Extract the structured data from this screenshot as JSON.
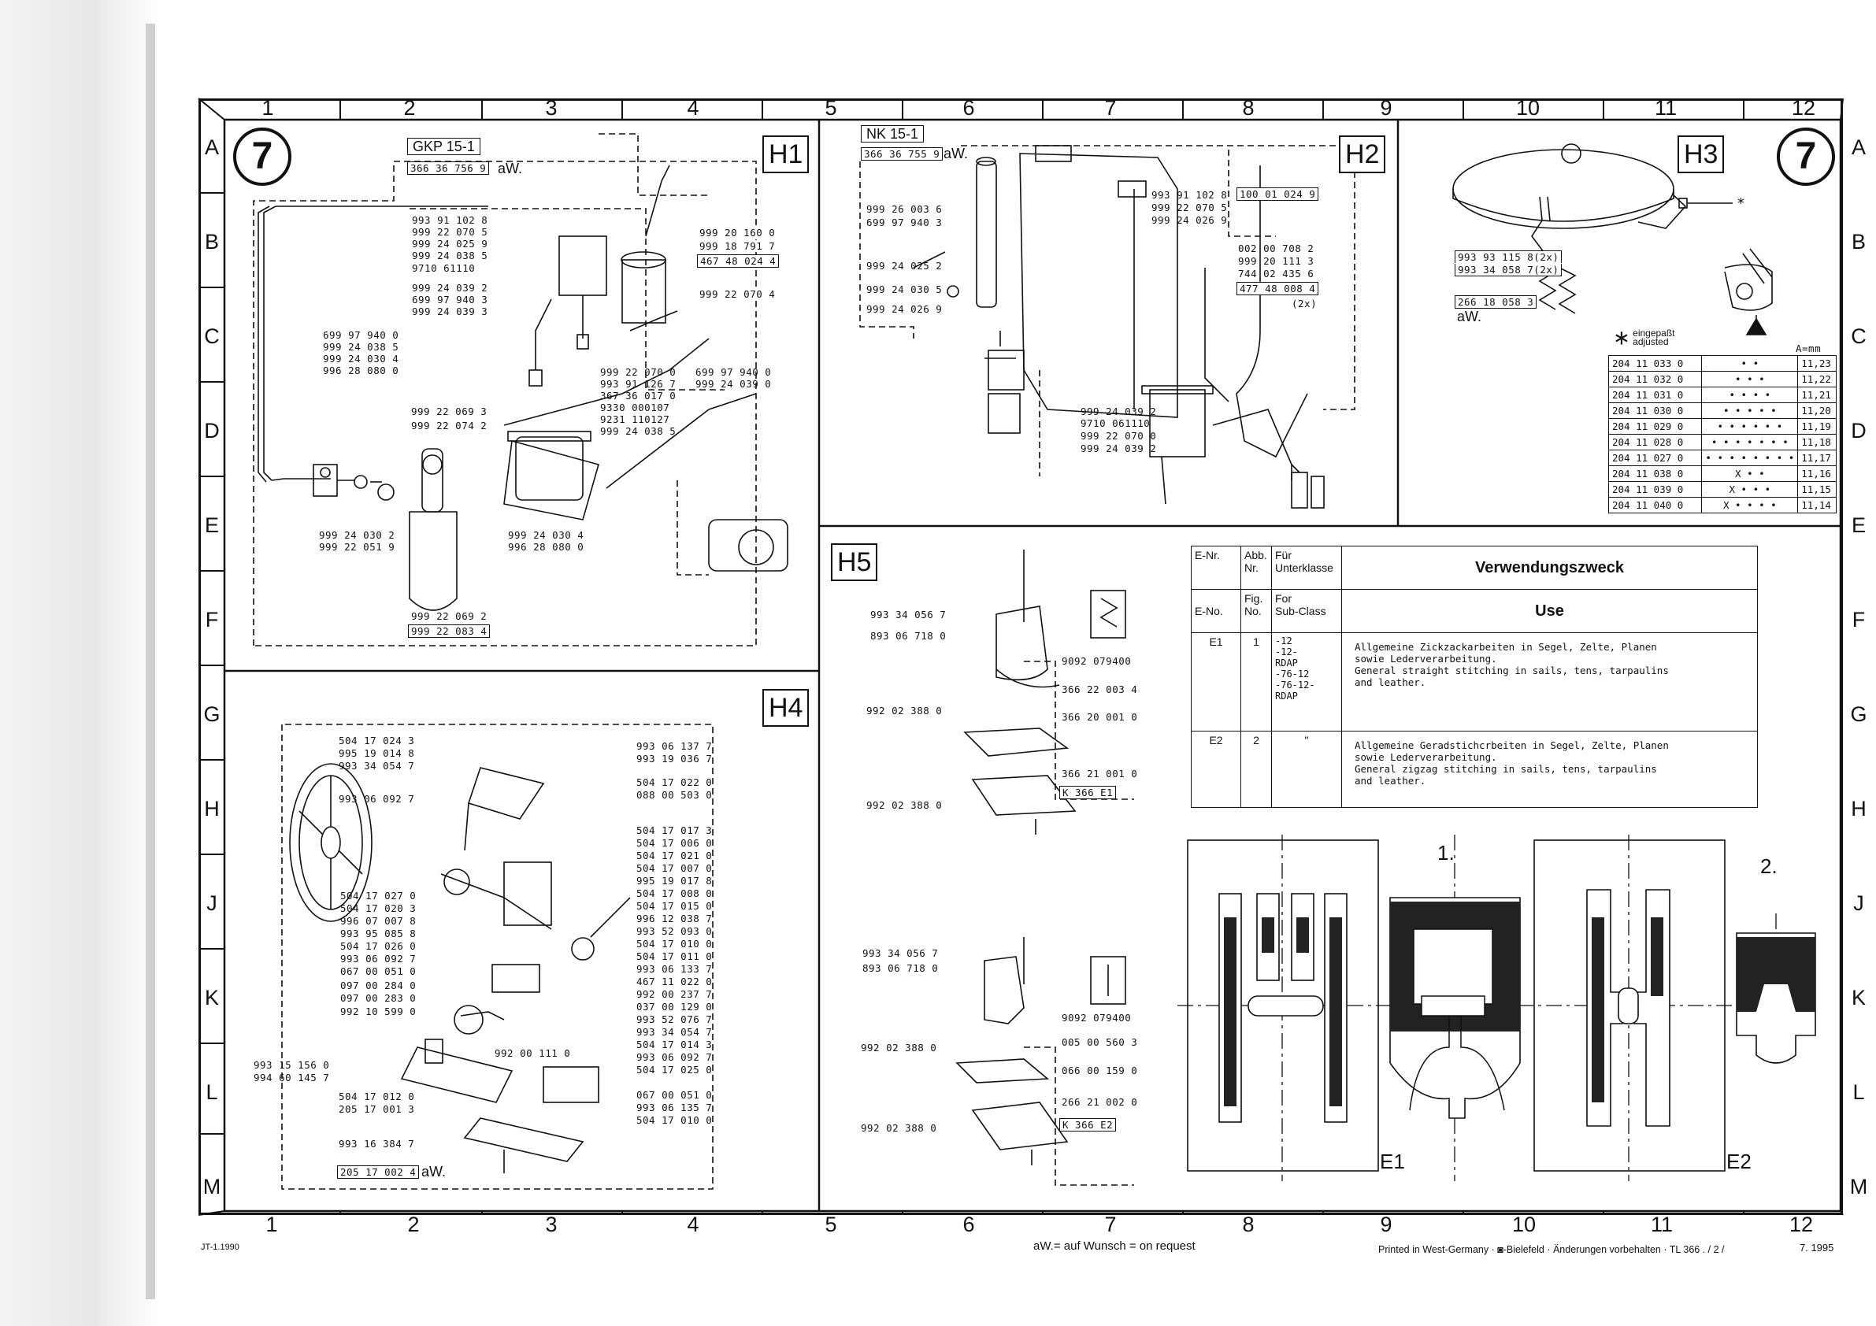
{
  "columns": [
    "1",
    "2",
    "3",
    "4",
    "5",
    "6",
    "7",
    "8",
    "9",
    "10",
    "11",
    "12"
  ],
  "rows": [
    "A",
    "B",
    "C",
    "D",
    "E",
    "F",
    "G",
    "H",
    "J",
    "K",
    "L",
    "M"
  ],
  "page_marker": "7",
  "sections": {
    "h1": {
      "label": "H1",
      "model": "GKP 15-1",
      "model_number": "366 36 756 9",
      "aw": "aW.",
      "parts": [
        "993 91 102 8",
        "999 22 070 5",
        "999 24 025 9",
        "999 24 038 5",
        "9710 61110",
        "999 24 039 2",
        "699 97 940 3",
        "999 24 039 3",
        "699 97 940 0",
        "999 24 038 5",
        "999 24 030 4",
        "996 28 080 0",
        "999 22 069 3",
        "999 22 074 2",
        "999 24 030 2",
        "999 22 051 9",
        "999 22 070 0",
        "993 91 126 7",
        "367 36 017 0",
        "9330 000107",
        "9231 110127",
        "999 24 038 5",
        "699 97 940 0",
        "999 24 039 0",
        "999 24 030 4",
        "996 28 080 0",
        "999 22 069 2"
      ],
      "boxed_parts": [
        "999 20 160 0",
        "999 18 791 7",
        "467 48 024 4",
        "999 22 070 4",
        "999 22 083 4"
      ]
    },
    "h2": {
      "label": "H2",
      "model": "NK 15-1",
      "model_number": "366 36 755 9",
      "aw": "aW.",
      "parts": [
        "999 26 003 6",
        "699 97 940 3",
        "999 24 025 2",
        "999 24 030 5",
        "999 24 026 9",
        "993 91 102 8",
        "999 22 070 5",
        "999 24 026 9",
        "999 24 039 2",
        "9710 061110",
        "999 22 070 0",
        "999 24 039 2"
      ],
      "boxed_parts": [
        "100 01 024 9",
        "002 00 708 2",
        "999 20 111 3",
        "744 02 435 6",
        "477 48 008 4",
        "(2x)"
      ]
    },
    "h3": {
      "label": "H3",
      "aw": "aW.",
      "asterisk": "*",
      "parts": [
        "993 93 115 8(2x)",
        "993 34 058 7(2x)"
      ],
      "boxed_parts": [
        "266 18 058 3"
      ],
      "adjusted_note_de": "eingepaßt",
      "adjusted_note_en": "adjusted",
      "dim_header": "A=mm",
      "table": [
        [
          "204 11 033 0",
          "• •",
          "11,23"
        ],
        [
          "204 11 032 0",
          "• • •",
          "11,22"
        ],
        [
          "204 11 031 0",
          "• • • •",
          "11,21"
        ],
        [
          "204 11 030 0",
          "• • • • •",
          "11,20"
        ],
        [
          "204 11 029 0",
          "• • • • • •",
          "11,19"
        ],
        [
          "204 11 028 0",
          "• • • • • • •",
          "11,18"
        ],
        [
          "204 11 027 0",
          "• • • • • • • •",
          "11,17"
        ],
        [
          "204 11 038 0",
          "X • •",
          "11,16"
        ],
        [
          "204 11 039 0",
          "X • • •",
          "11,15"
        ],
        [
          "204 11 040 0",
          "X • • • •",
          "11,14"
        ]
      ]
    },
    "h4": {
      "label": "H4",
      "aw": "aW.",
      "left_parts": [
        "504 17 024 3",
        "995 19 014 8",
        "993 34 054 7",
        "993 06 092 7",
        "504 17 027 0",
        "504 17 020 3",
        "996 07 007 8",
        "993 95 085 8",
        "504 17 026 0",
        "993 06 092 7",
        "067 00 051 0",
        "097 00 284 0",
        "097 00 283 0",
        "992 10 599 0",
        "993 15 156 0",
        "994 60 145 7",
        "504 17 012 0",
        "205 17 001 3",
        "993 16 384 7"
      ],
      "right_parts": [
        "993 06 137 7",
        "993 19 036 7",
        "504 17 022 0",
        "088 00 503 0",
        "504 17 017 3",
        "504 17 006 0",
        "504 17 021 0",
        "504 17 007 0",
        "995 19 017 8",
        "504 17 008 0",
        "504 17 015 0",
        "996 12 038 7",
        "993 52 093 0",
        "504 17 010 0",
        "504 17 011 0",
        "993 06 133 7",
        "467 11 022 0",
        "992 00 237 7",
        "037 00 129 0",
        "993 52 076 7",
        "993 34 054 7",
        "504 17 014 3",
        "993 06 092 7",
        "504 17 025 0",
        "067 00 051 0",
        "993 06 135 7",
        "504 17 010 0"
      ],
      "mid_part": "992 00 111 0",
      "boxed_parts": [
        "205 17 002 4"
      ]
    },
    "h5": {
      "label": "H5",
      "top_parts": [
        "993 34 056 7",
        "893 06 718 0",
        "992 02 388 0",
        "992 02 388 0"
      ],
      "top_right": [
        "9092 079400",
        "366 22 003 4",
        "366 20 001 0",
        "366 21 001 0"
      ],
      "top_kit": "K 366 E1",
      "bottom_parts": [
        "993 34 056 7",
        "893 06 718 0",
        "992 02 388 0",
        "992 02 388 0"
      ],
      "bottom_right": [
        "9092 079400",
        "005 00 560 3",
        "066 00 159 0",
        "266 21 002 0"
      ],
      "bottom_kit": "K 366 E2"
    },
    "use_table": {
      "h_enr": "E-Nr.",
      "h_abb1": "Abb.",
      "h_abb2": "Nr.",
      "h_fuer1": "Für",
      "h_fuer2": "Unterklasse",
      "h_zweck": "Verwendungszweck",
      "h_eno": "E-No.",
      "h_fig1": "Fig.",
      "h_fig2": "No.",
      "h_for1": "For",
      "h_for2": "Sub-Class",
      "h_use": "Use",
      "rows": [
        {
          "enr": "E1",
          "fig": "1",
          "sub": "-12\n-12-\nRDAP\n-76-12\n-76-12-\nRDAP",
          "text": "Allgemeine Zickzackarbeiten in Segel, Zelte, Planen\nsowie Lederverarbeitung.\nGeneral straight stitching in sails, tens, tarpaulins\nand leather."
        },
        {
          "enr": "E2",
          "fig": "2",
          "sub": "\"",
          "text": "Allgemeine Geradstichcrbeiten in Segel, Zelte, Planen\nsowie Lederverarbeitung.\nGeneral zigzag stitching in sails, tens, tarpaulins\nand leather."
        }
      ]
    },
    "figures": {
      "fig1": "1.",
      "fig2": "2.",
      "e1": "E1",
      "e2": "E2"
    }
  },
  "footer": {
    "left": "JT-1.1990",
    "center": "aW.= auf Wunsch = on request",
    "right": "Printed in West-Germany · ◙-Bielefeld · Änderungen vorbehalten · TL 366 .   / 2 /",
    "date": "7. 1995"
  }
}
